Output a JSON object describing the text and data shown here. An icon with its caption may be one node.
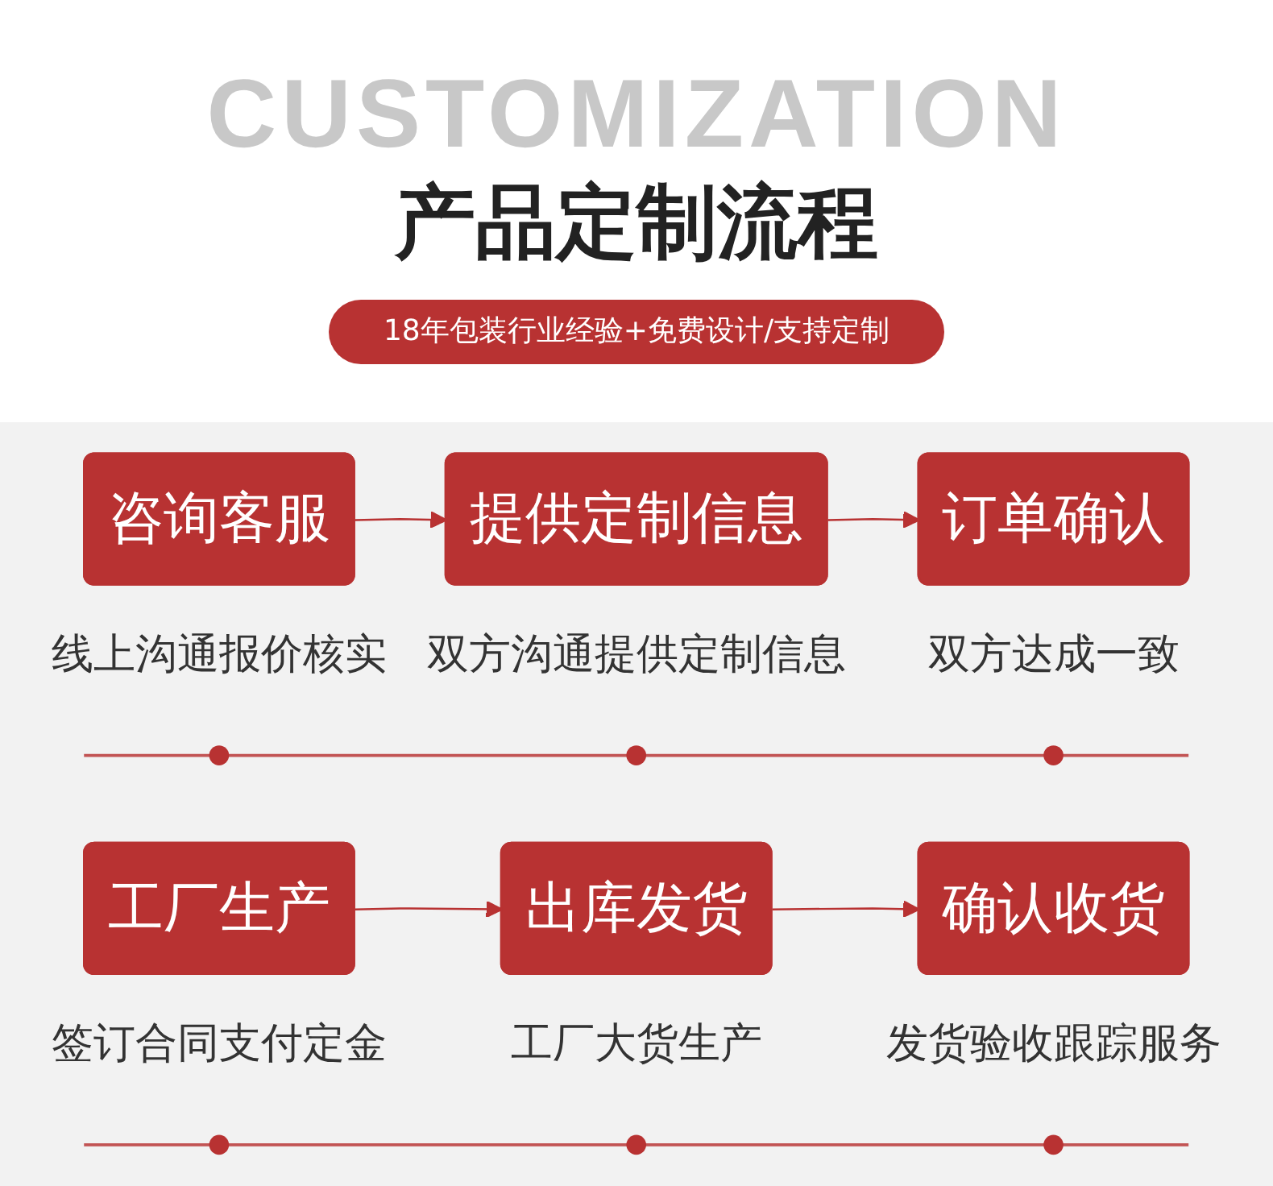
{
  "diagram": {
    "title": "产品定制流程",
    "nodes": [
      {
        "text": [
          "咨询客服"
        ],
        "beside": [
          "线上沟通报价核实"
        ]
      },
      {
        "text": [
          "提供定制信息"
        ],
        "beside": [
          "双方沟通提供定制信息"
        ]
      },
      {
        "text": [
          "订单确认"
        ],
        "beside": [
          "双方达成一致"
        ]
      },
      {
        "text": [
          "工厂生产"
        ],
        "beside": [
          "签订合同支付定金"
        ]
      },
      {
        "text": [
          "出库发货"
        ],
        "beside": [
          "工厂大货生产"
        ]
      },
      {
        "text": [
          "确认收货"
        ],
        "beside": [
          "发货验收跟踪服务"
        ]
      }
    ],
    "edges": [
      {
        "from": 0,
        "to": 1,
        "arrow": "to"
      },
      {
        "from": 1,
        "to": 2,
        "arrow": "to"
      },
      {
        "from": 3,
        "to": 4,
        "arrow": "to"
      },
      {
        "from": 4,
        "to": 5,
        "arrow": "to"
      }
    ],
    "labels": [
      "CUSTOMIZATION",
      "18年包装行业经验+免费设计/支持定制"
    ]
  }
}
